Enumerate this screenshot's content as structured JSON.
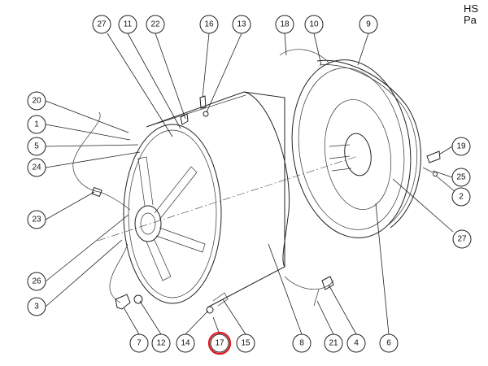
{
  "corner_text": {
    "line1": "HS",
    "line2": "Pa"
  },
  "highlight_color": "#e0141e",
  "callouts": {
    "c27a": "27",
    "c11": "11",
    "c22": "22",
    "c16": "16",
    "c13": "13",
    "c18": "18",
    "c10": "10",
    "c9": "9",
    "c20": "20",
    "c1": "1",
    "c5": "5",
    "c24": "24",
    "c23": "23",
    "c26": "26",
    "c3": "3",
    "c19": "19",
    "c25": "25",
    "c2": "2",
    "c27b": "27",
    "c7": "7",
    "c12": "12",
    "c14": "14",
    "c17": "17",
    "c15": "15",
    "c8": "8",
    "c21": "21",
    "c4": "4",
    "c6": "6"
  }
}
